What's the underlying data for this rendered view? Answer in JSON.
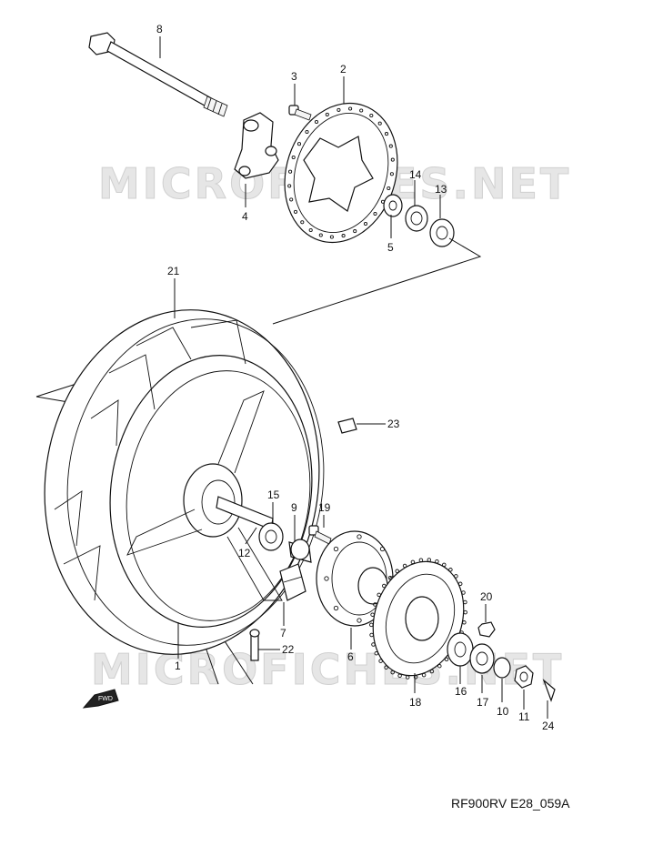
{
  "watermark": "MICROFICHES.NET",
  "caption": "RF900RV E28_059A",
  "fwd_badge": "FWD",
  "parts": [
    {
      "id": "1"
    },
    {
      "id": "2"
    },
    {
      "id": "3"
    },
    {
      "id": "4"
    },
    {
      "id": "5"
    },
    {
      "id": "6"
    },
    {
      "id": "7"
    },
    {
      "id": "8"
    },
    {
      "id": "9"
    },
    {
      "id": "10"
    },
    {
      "id": "11"
    },
    {
      "id": "12"
    },
    {
      "id": "13"
    },
    {
      "id": "14"
    },
    {
      "id": "15"
    },
    {
      "id": "16"
    },
    {
      "id": "17"
    },
    {
      "id": "18"
    },
    {
      "id": "19"
    },
    {
      "id": "20"
    },
    {
      "id": "21"
    },
    {
      "id": "22"
    },
    {
      "id": "23"
    },
    {
      "id": "24"
    }
  ]
}
